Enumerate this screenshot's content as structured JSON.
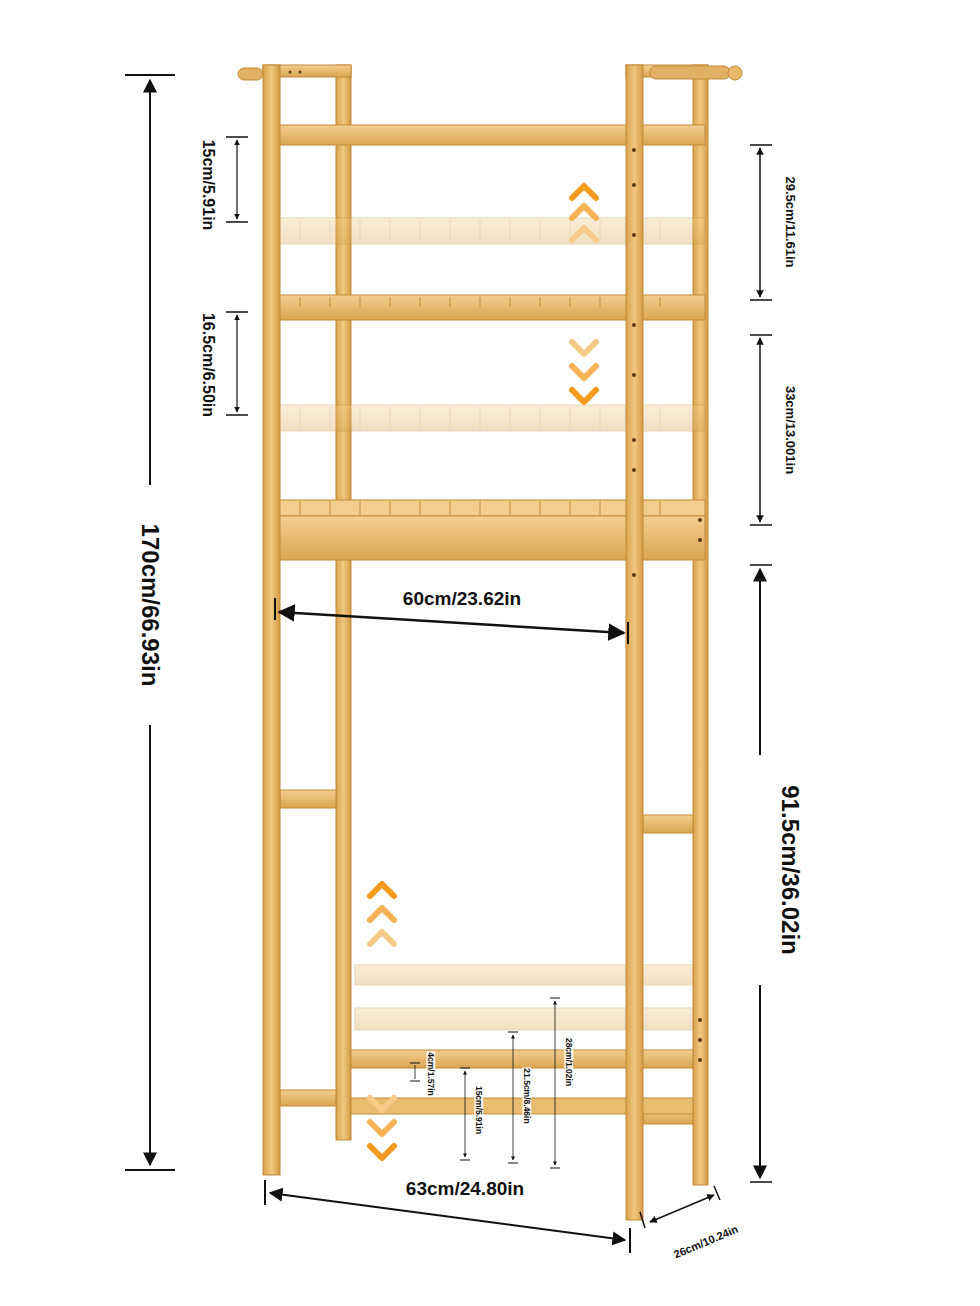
{
  "diagram": {
    "labels": [
      "15cm/5.91in",
      "29.5cm/11.61in",
      "16.5cm/6.50in",
      "33cm/13.001in",
      "170cm/66.93in",
      "60cm/23.62in",
      "91.5cm/36.02in",
      "4cm/1.57in",
      "15cm/5.91in",
      "21.5cm/8.46in",
      "28cm/1.02in",
      "63cm/24.80in",
      "26cm/10.24in"
    ]
  }
}
